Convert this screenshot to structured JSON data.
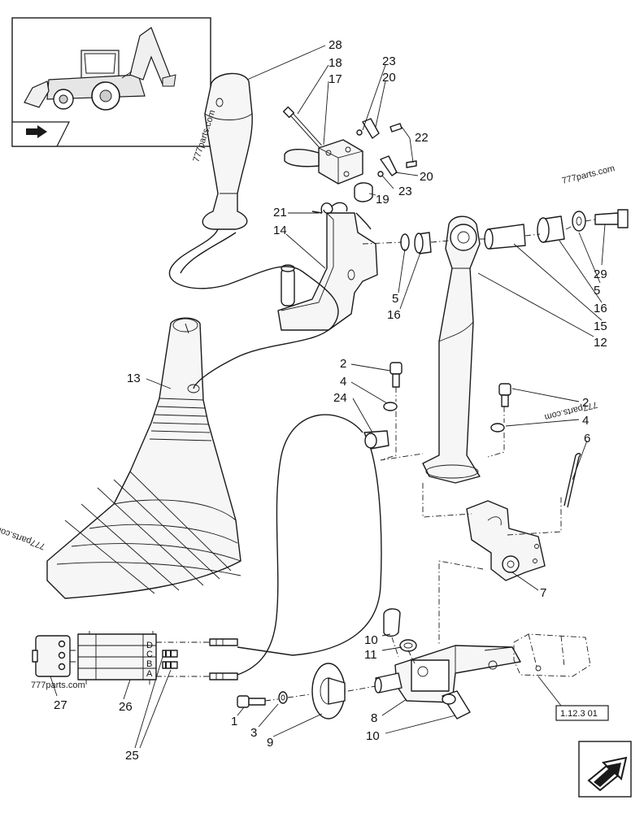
{
  "watermarks": [
    "777parts.com",
    "777parts.com",
    "777parts.com",
    "777parts.com",
    "777parts.com"
  ],
  "reference_box": "1.12.3 01",
  "connector_letters": [
    "D",
    "C",
    "B",
    "A"
  ],
  "callouts": [
    "28",
    "18",
    "17",
    "23",
    "20",
    "22",
    "20",
    "23",
    "19",
    "21",
    "14",
    "5",
    "16",
    "29",
    "5",
    "16",
    "15",
    "12",
    "13",
    "2",
    "4",
    "24",
    "2",
    "4",
    "6",
    "7",
    "10",
    "11",
    "27",
    "26",
    "25",
    "1",
    "3",
    "9",
    "8",
    "10"
  ]
}
